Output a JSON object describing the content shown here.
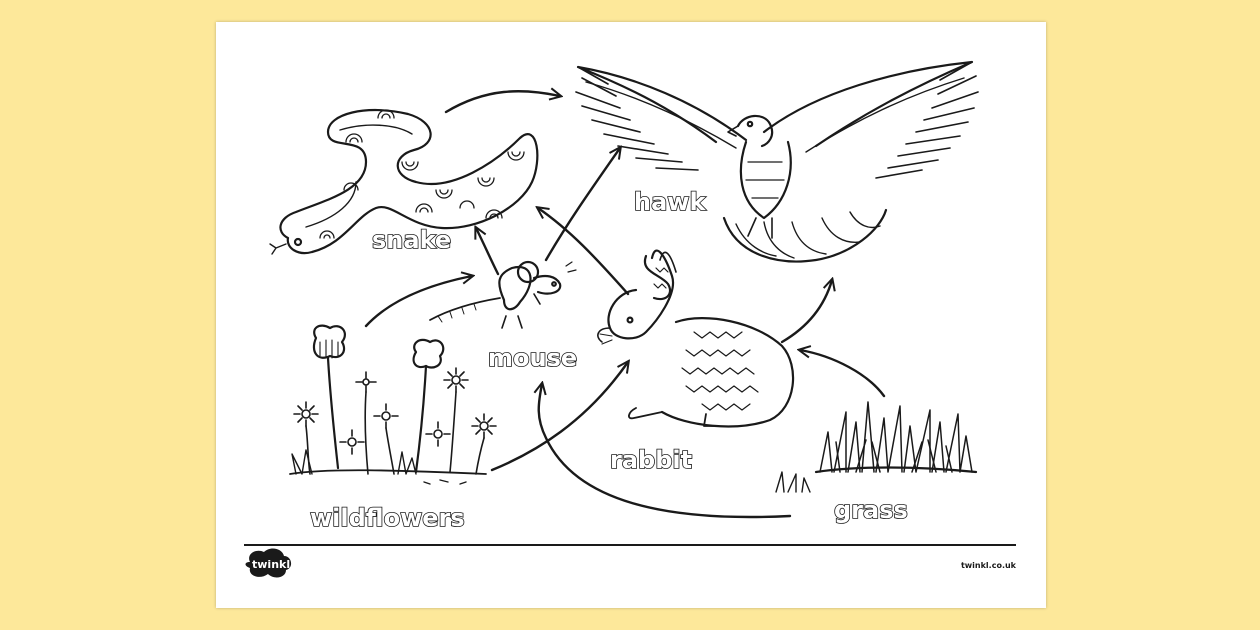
{
  "diagram": {
    "labels": {
      "snake": "snake",
      "hawk": "hawk",
      "mouse": "mouse",
      "rabbit": "rabbit",
      "wildflowers": "wildflowers",
      "grass": "grass"
    },
    "arrows": [
      {
        "from": "snake",
        "to": "hawk"
      },
      {
        "from": "mouse",
        "to": "snake"
      },
      {
        "from": "mouse",
        "to": "hawk"
      },
      {
        "from": "rabbit",
        "to": "hawk"
      },
      {
        "from": "wildflowers",
        "to": "mouse"
      },
      {
        "from": "wildflowers",
        "to": "rabbit"
      },
      {
        "from": "grass",
        "to": "rabbit"
      },
      {
        "from": "grass",
        "to": "mouse"
      }
    ]
  },
  "footer": {
    "logo": "twinkl",
    "url": "twinkl.co.uk"
  },
  "colors": {
    "background": "#fde89a",
    "sheet": "#ffffff",
    "ink": "#1a1a1a"
  }
}
